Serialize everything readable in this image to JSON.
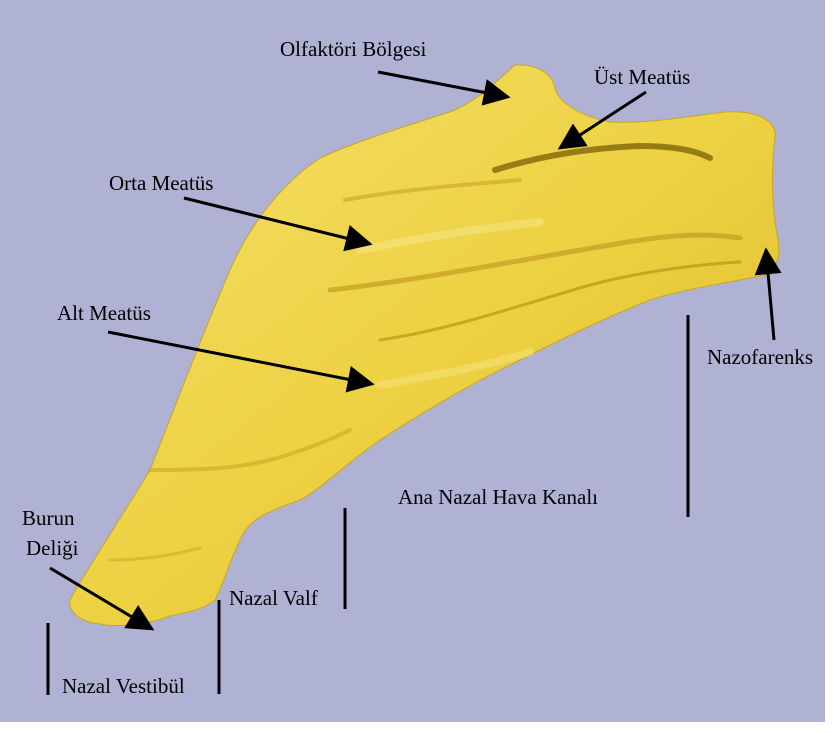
{
  "labels": {
    "olfactory": "Olfaktöri Bölgesi",
    "superior": "Üst Meatüs",
    "middle": "Orta Meatüs",
    "inferior": "Alt Meatüs",
    "nasopharynx": "Nazofarenks",
    "main_airway": "Ana Nazal Hava Kanalı",
    "nostril_line1": "Burun",
    "nostril_line2": "Deliği",
    "valve": "Nazal Valf",
    "vestibule": "Nazal Vestibül"
  },
  "colors": {
    "background": "#afb2d3",
    "model": "#ecd040",
    "model_dark": "#b99414",
    "label_text": "#000000"
  }
}
